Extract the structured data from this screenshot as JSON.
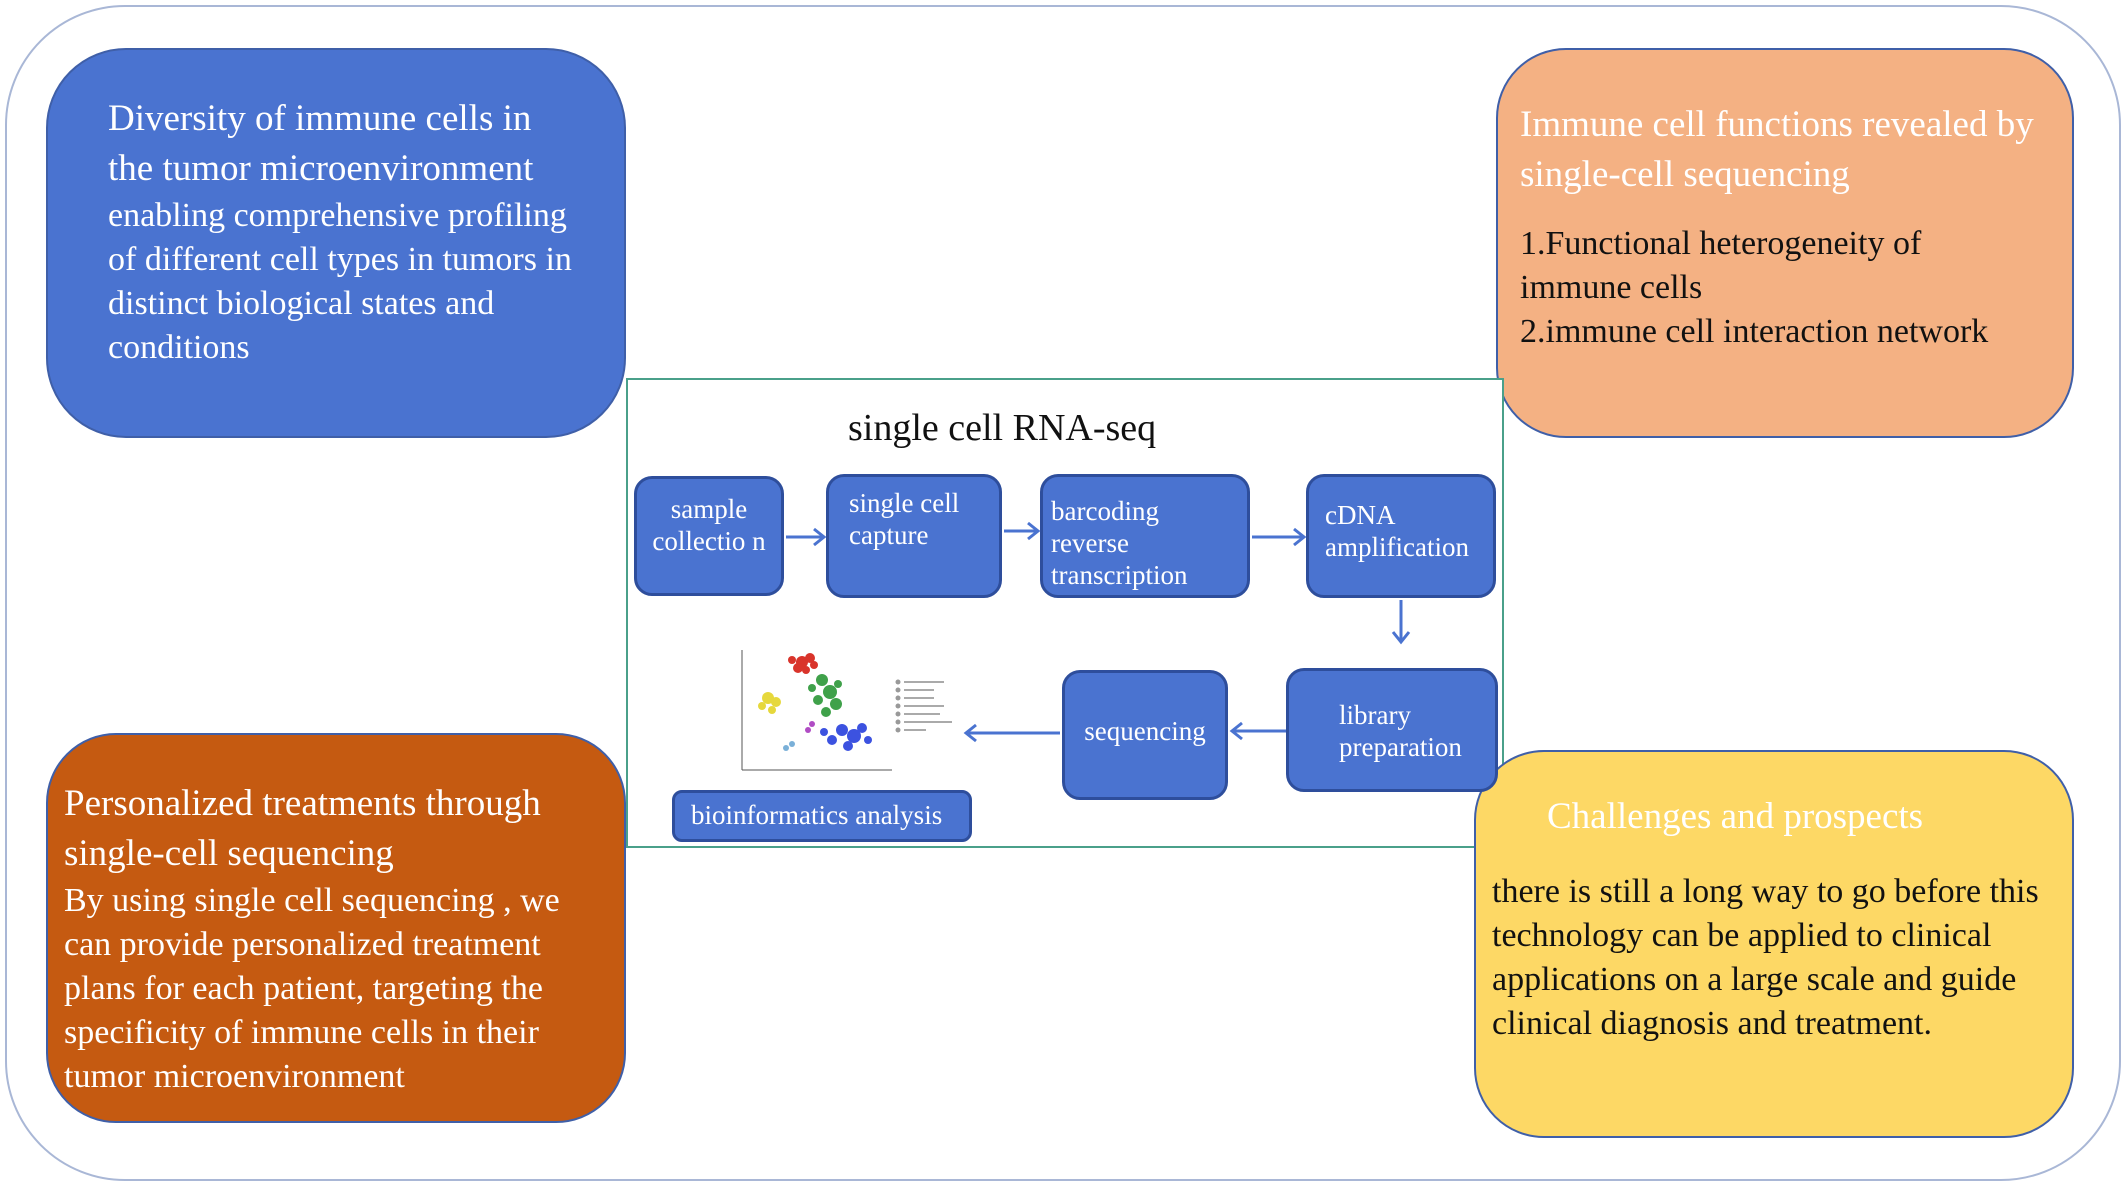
{
  "cards": {
    "diversity": {
      "title": "Diversity of immune cells in the tumor microenvironment",
      "body": "enabling comprehensive profiling of different cell types in tumors in distinct biological states and conditions"
    },
    "functions": {
      "title": "Immune cell functions revealed by single-cell sequencing",
      "body_lines": [
        "1.Functional heterogeneity of immune cells",
        "2.immune cell interaction network"
      ]
    },
    "personalized": {
      "title": "Personalized treatments through single-cell sequencing",
      "body": "By using single cell sequencing , we can provide personalized treatment plans for each patient, targeting the specificity of immune cells in their tumor microenvironment"
    },
    "challenges": {
      "title": "Challenges and prospects",
      "body": "there is still a long way to go before this technology can be applied to clinical applications on a large scale and guide clinical diagnosis and treatment."
    }
  },
  "workflow": {
    "title": "single cell RNA-seq",
    "steps": {
      "sample_collection": "sample collectio n",
      "single_cell_capture": "single cell capture",
      "barcoding": "barcoding reverse transcription",
      "cdna": "cDNA amplification",
      "library": "library preparation",
      "sequencing": "sequencing",
      "bioinformatics": "bioinformatics analysis"
    }
  },
  "colors": {
    "blue": "#4a73d0",
    "peach": "#f4b183",
    "rust": "#c55a11",
    "yellow": "#fdd865",
    "frame_teal": "#4aa08a",
    "arrow": "#4a73d0"
  }
}
